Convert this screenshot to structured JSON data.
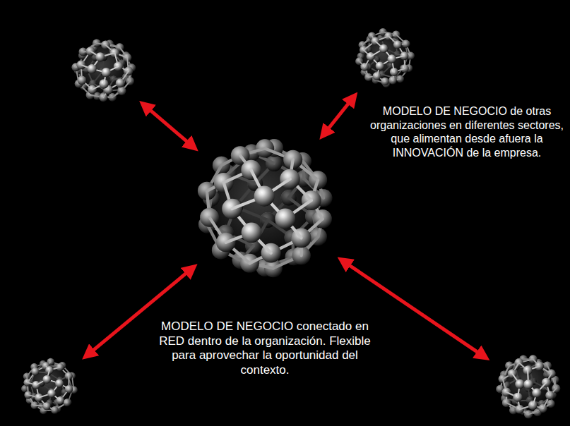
{
  "diagram": {
    "nodes": [
      {
        "text": []
      },
      {
        "text": [
          "MODELO DE NEGOCIO de otras organizaciones en diferentes sectores, que alimentan desde afuera la INNOVACIÓN de la empresa."
        ]
      },
      {
        "text": [
          "MODELO DE NEGOCIO conectado en RED dentro de la organización. Flexible para aprovechar la oportunidad del contexto."
        ]
      },
      {
        "text": []
      },
      {
        "text": []
      }
    ],
    "edges": [
      {
        "from": 2,
        "to": 0,
        "arrow": "both"
      },
      {
        "from": 2,
        "to": 1,
        "arrow": "both"
      },
      {
        "from": 2,
        "to": 3,
        "arrow": "both"
      },
      {
        "from": 2,
        "to": 4,
        "arrow": "both"
      }
    ]
  }
}
